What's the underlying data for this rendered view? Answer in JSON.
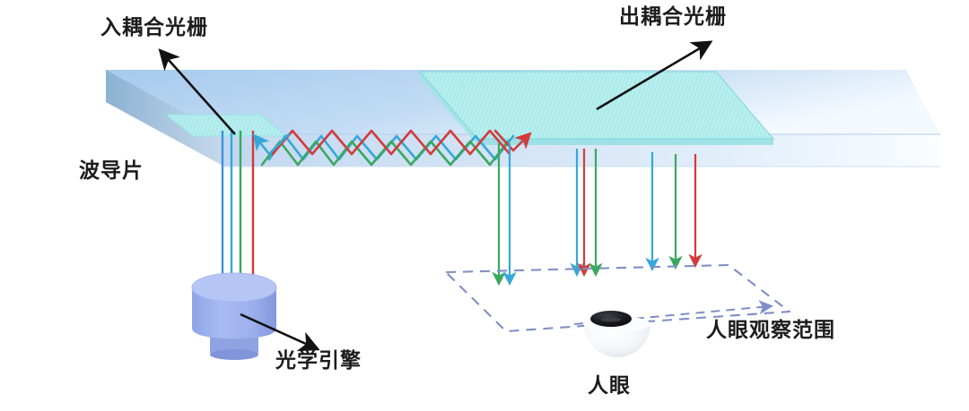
{
  "diagram": {
    "title": "AR waveguide display optical path schematic",
    "labels": {
      "in_coupling_grating": "入耦合光栅",
      "out_coupling_grating": "出耦合光栅",
      "waveguide_plate": "波导片",
      "optical_engine": "光学引擎",
      "human_eye": "人眼",
      "eyebox_range": "人眼观察范围"
    },
    "colors": {
      "red_ray": "#d33b3b",
      "green_ray": "#3aa860",
      "cyan_ray": "#35a8d8",
      "blue_ray": "#3f8fe0",
      "waveguide_top": "#aed0ee",
      "waveguide_side": "#8fb3d3",
      "waveguide_front": "#cfe2f6",
      "grating_fill": "#b8f0ee",
      "grating_edge": "#8fdde0",
      "engine_body": "#9fb4ef",
      "engine_top": "#b6c6f4",
      "eye_white": "#f2f5f8",
      "eye_pupil": "#14161a",
      "eyebox_dash": "#7f8fc4",
      "arrow_black": "#111111",
      "background": "#ffffff"
    },
    "components": [
      {
        "name": "in-coupling-grating",
        "type": "grating",
        "label": "入耦合光栅"
      },
      {
        "name": "out-coupling-grating",
        "type": "grating",
        "label": "出耦合光栅"
      },
      {
        "name": "waveguide-plate",
        "type": "slab",
        "label": "波导片"
      },
      {
        "name": "optical-engine",
        "type": "projector",
        "label": "光学引擎"
      },
      {
        "name": "human-eye",
        "type": "eye",
        "label": "人眼"
      },
      {
        "name": "eyebox",
        "type": "dashed-plane",
        "label": "人眼观察范围"
      }
    ],
    "ray_channels": [
      "red",
      "green",
      "blue"
    ],
    "ray_description": "RGB rays leave the optical engine, enter the in-coupling grating, bounce by total internal reflection inside the waveguide, then exit downward through the out-coupling grating to the eyebox"
  }
}
